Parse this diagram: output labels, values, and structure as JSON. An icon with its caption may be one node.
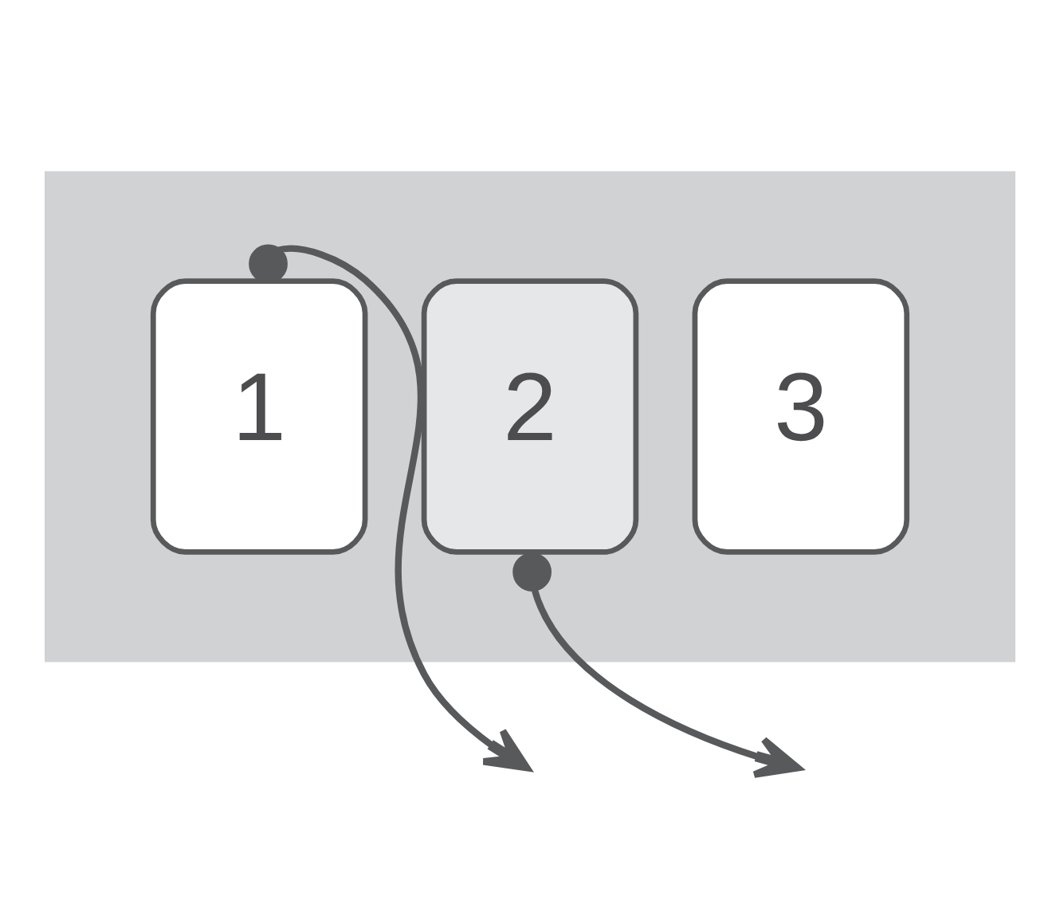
{
  "diagram": {
    "nodes": [
      {
        "text": [],
        "shape": "hexagon"
      },
      {
        "text": [
          "1"
        ],
        "in": 0
      },
      {
        "text": [
          "2"
        ],
        "in": 0
      },
      {
        "text": [
          "3"
        ],
        "in": 0
      }
    ],
    "edges": [
      {
        "from": 1,
        "to": null,
        "arrow": "to"
      },
      {
        "from": 2,
        "to": null,
        "arrow": "to"
      }
    ]
  }
}
